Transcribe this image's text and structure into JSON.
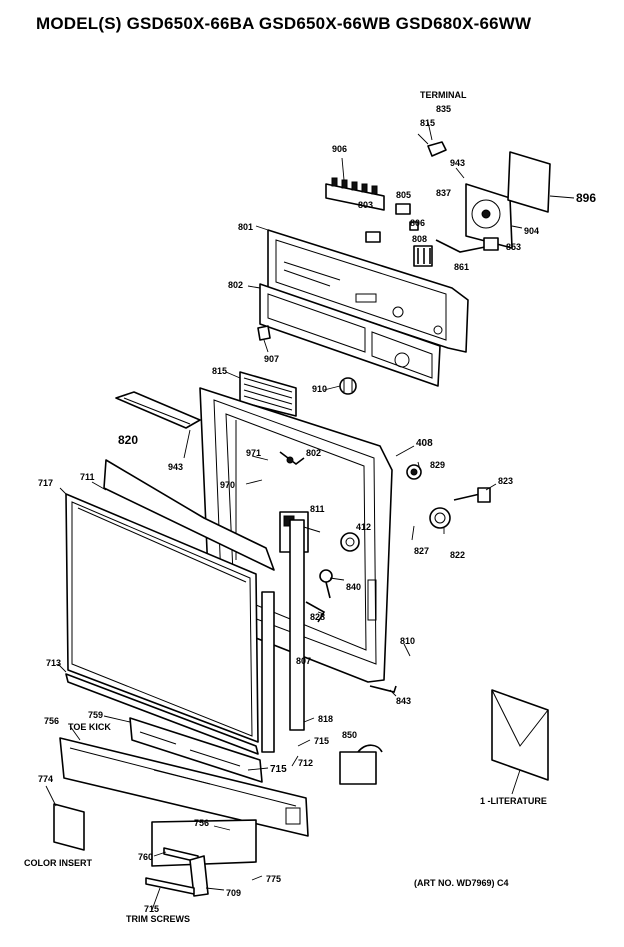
{
  "header": {
    "title": "MODEL(S)  GSD650X-66BA  GSD650X-66WB  GSD680X-66WW"
  },
  "callouts": {
    "terminal": "TERMINAL",
    "toe_kick": "TOE KICK",
    "color_insert": "COLOR INSERT",
    "trim_screws": "TRIM SCREWS",
    "literature": "1 -LITERATURE"
  },
  "parts": {
    "p835": "835",
    "p815a": "815",
    "p943a": "943",
    "p906": "906",
    "p805": "805",
    "p837": "837",
    "p896": "896",
    "p803": "803",
    "p806": "806",
    "p904": "904",
    "p801": "801",
    "p808": "808",
    "p853": "853",
    "p861": "861",
    "p802a": "802",
    "p907": "907",
    "p815b": "815",
    "p910": "910",
    "p820": "820",
    "p943b": "943",
    "p408": "408",
    "p971": "971",
    "p802b": "802",
    "p829": "829",
    "p970": "970",
    "p823": "823",
    "p717": "717",
    "p711": "711",
    "p811": "811",
    "p412": "412",
    "p827": "827",
    "p822": "822",
    "p840": "840",
    "p828": "828",
    "p810": "810",
    "p713": "713",
    "p807": "807",
    "p843": "843",
    "p818": "818",
    "p850": "850",
    "p756a": "756",
    "p759": "759",
    "p715a": "715",
    "p712": "712",
    "p715b": "715",
    "p774": "774",
    "p756b": "756",
    "p760": "760",
    "p775": "775",
    "p709": "709",
    "p715c": "715"
  },
  "art_number": "(ART NO. WD7969) C4"
}
